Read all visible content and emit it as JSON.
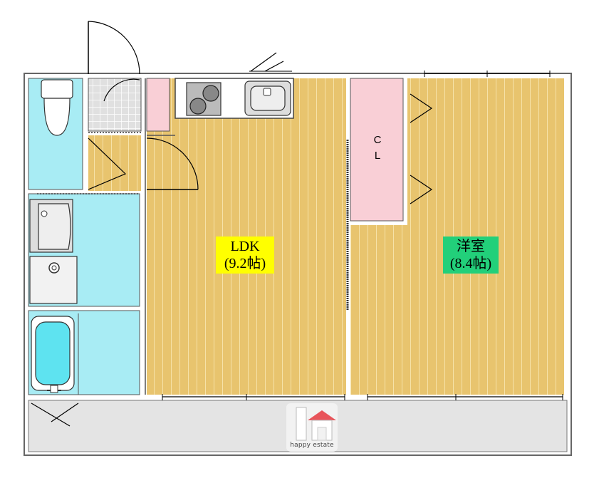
{
  "rooms": {
    "ldk": {
      "name": "LDK",
      "size": "(9.2帖)"
    },
    "yoshitsu": {
      "name": "洋室",
      "size": "(8.4帖)"
    },
    "closet": {
      "line1": "C",
      "line2": "L"
    }
  },
  "logo": {
    "text": "happy estate",
    "icon": "house-logo-icon"
  },
  "colors": {
    "floor_wood": "#e8c46e",
    "floor_stripe": "#f4dc9c",
    "wet_area": "#a8ecf4",
    "closet_pink": "#f9cfd6",
    "balcony": "#e4e4e4",
    "ldk_label_bg": "#ffff00",
    "yoshitsu_label_bg": "#22d07a",
    "wall": "#555555"
  }
}
